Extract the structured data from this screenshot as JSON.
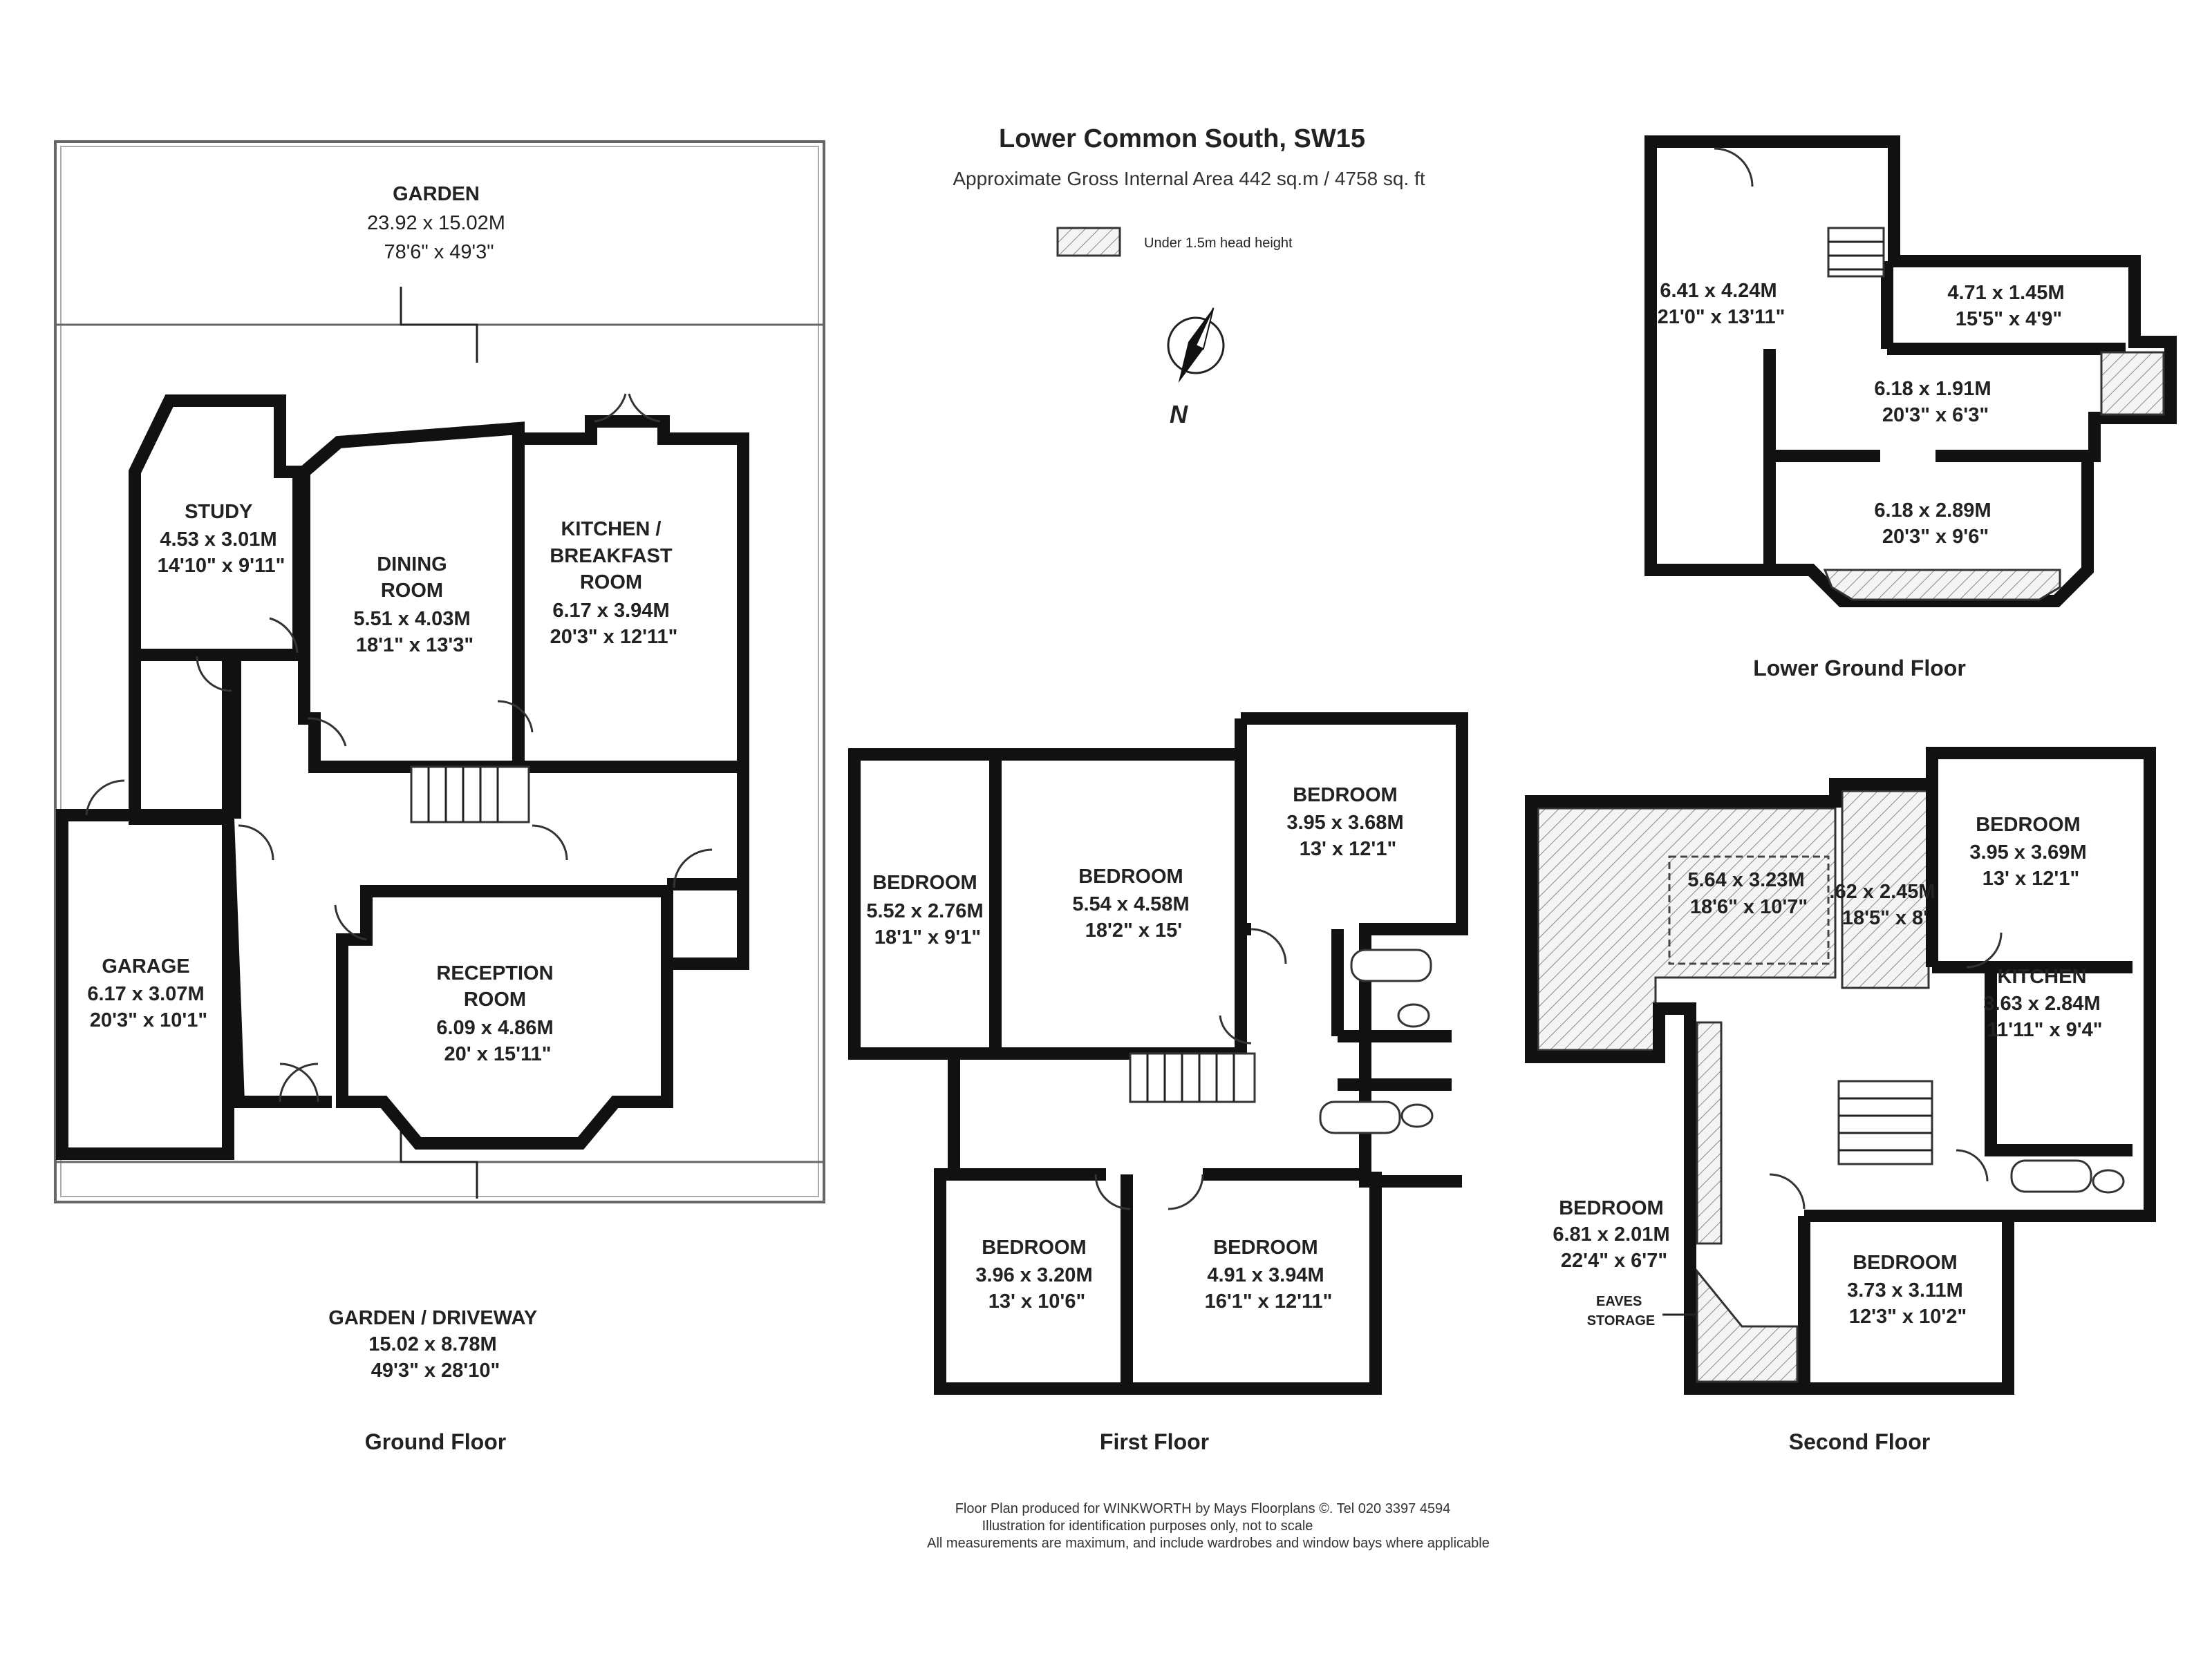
{
  "header": {
    "title": "Lower Common South, SW15",
    "area": "Approximate Gross Internal Area 442 sq.m /  4758 sq. ft",
    "legend": "Under 1.5m head height",
    "north": "N"
  },
  "floors": {
    "ground": "Ground Floor",
    "first": "First Floor",
    "second": "Second Floor",
    "lower": "Lower Ground Floor"
  },
  "rooms": {
    "garden": [
      "GARDEN",
      "23.92 x 15.02M",
      "78'6\" x 49'3\""
    ],
    "study": [
      "STUDY",
      "4.53 x 3.01M",
      "14'10\" x 9'11\""
    ],
    "dining": [
      "DINING",
      "ROOM",
      "5.51 x 4.03M",
      "18'1\" x 13'3\""
    ],
    "kitchen_ground": [
      "KITCHEN /",
      "BREAKFAST",
      "ROOM",
      "6.17 x 3.94M",
      "20'3\" x 12'11\""
    ],
    "garage": [
      "GARAGE",
      "6.17 x 3.07M",
      "20'3\" x 10'1\""
    ],
    "reception": [
      "RECEPTION",
      "ROOM",
      "6.09 x 4.86M",
      "20' x 15'11\""
    ],
    "driveway": [
      "GARDEN / DRIVEWAY",
      "15.02 x 8.78M",
      "49'3\" x 28'10\""
    ],
    "ff_bed1": [
      "BEDROOM",
      "5.52 x 2.76M",
      "18'1\" x 9'1\""
    ],
    "ff_bed2": [
      "BEDROOM",
      "5.54 x 4.58M",
      "18'2\" x 15'"
    ],
    "ff_bed3": [
      "BEDROOM",
      "3.95 x 3.68M",
      "13' x 12'1\""
    ],
    "ff_bed4": [
      "BEDROOM",
      "3.96 x 3.20M",
      "13' x 10'6\""
    ],
    "ff_bed5": [
      "BEDROOM",
      "4.91 x 3.94M",
      "16'1\" x 12'11\""
    ],
    "lg_room1": [
      "6.41 x 4.24M",
      "21'0\" x 13'11\""
    ],
    "lg_room2": [
      "4.71 x 1.45M",
      "15'5\" x 4'9\""
    ],
    "lg_room3": [
      "6.18 x 1.91M",
      "20'3\" x 6'3\""
    ],
    "lg_room4": [
      "6.18 x 2.89M",
      "20'3\" x 9'6\""
    ],
    "sf_loft": [
      "5.64 x 3.23M",
      "18'6\" x 10'7\""
    ],
    "sf_room2": [
      ".62 x 2.45M",
      "18'5\" x 8'"
    ],
    "sf_bed1": [
      "BEDROOM",
      "3.95 x 3.69M",
      "13' x 12'1\""
    ],
    "sf_kitchen": [
      "KITCHEN",
      "3.63 x 2.84M",
      "11'11\" x 9'4\""
    ],
    "sf_bed2": [
      "BEDROOM",
      "6.81 x 2.01M",
      "22'4\" x 6'7\""
    ],
    "sf_eaves": [
      "EAVES",
      "STORAGE"
    ],
    "sf_bed3": [
      "BEDROOM",
      "3.73 x 3.11M",
      "12'3\" x 10'2\""
    ]
  },
  "footer": {
    "line1": "Floor Plan produced for WINKWORTH by Mays Floorplans ©.  Tel 020 3397 4594",
    "line2": "Illustration for identification purposes only, not to scale",
    "line3": "All measurements are maximum, and include wardrobes and window bays where applicable"
  }
}
